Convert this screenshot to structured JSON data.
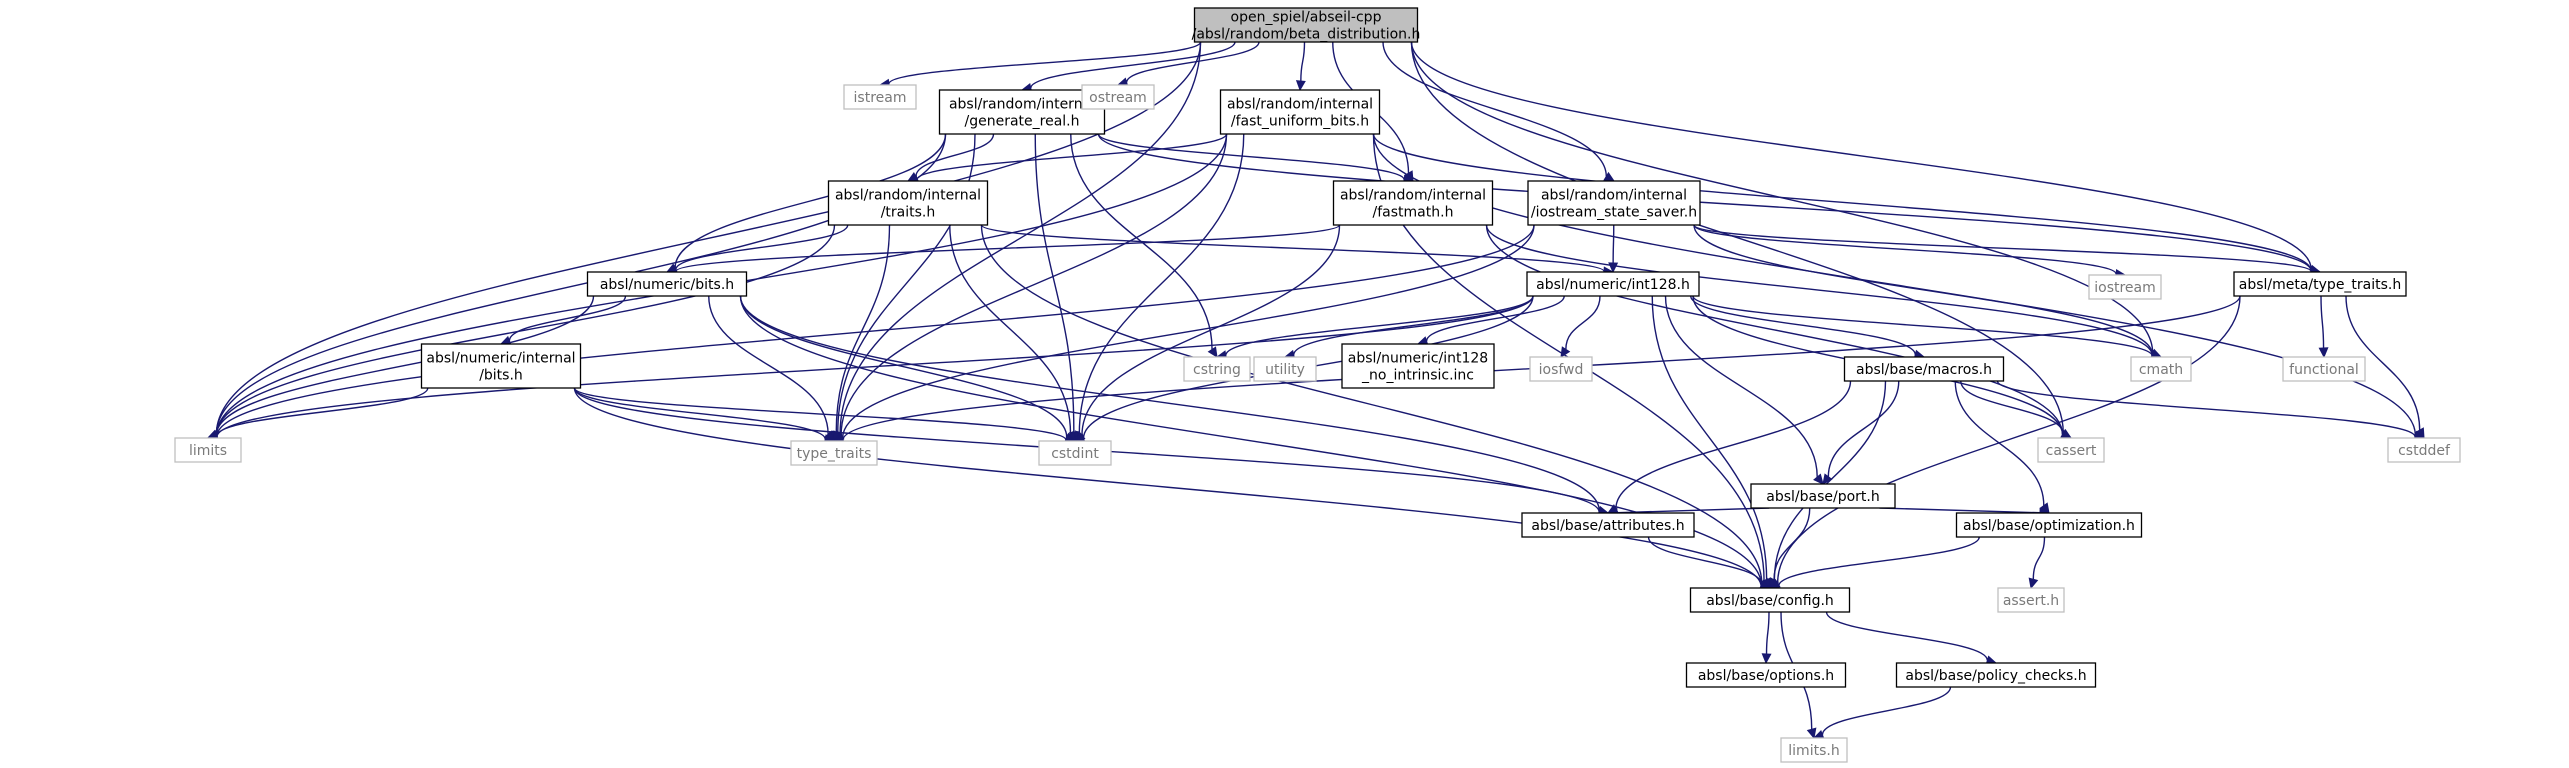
{
  "colors": {
    "edge": "#191970",
    "node_border": "#000000",
    "system_border": "#bfbfbf",
    "system_text": "#7a7a7a",
    "root_fill": "#bfbfbf"
  },
  "nodes": [
    {
      "id": "root",
      "lines": [
        "open_spiel/abseil-cpp",
        "/absl/random/beta_distribution.h"
      ],
      "kind": "root"
    },
    {
      "id": "limits",
      "lines": [
        "limits"
      ],
      "kind": "system"
    },
    {
      "id": "istream",
      "lines": [
        "istream"
      ],
      "kind": "system"
    },
    {
      "id": "generate_real",
      "lines": [
        "absl/random/internal",
        "/generate_real.h"
      ],
      "kind": "header"
    },
    {
      "id": "ostream",
      "lines": [
        "ostream"
      ],
      "kind": "system"
    },
    {
      "id": "fast_uniform_bits",
      "lines": [
        "absl/random/internal",
        "/fast_uniform_bits.h"
      ],
      "kind": "header"
    },
    {
      "id": "traits",
      "lines": [
        "absl/random/internal",
        "/traits.h"
      ],
      "kind": "header"
    },
    {
      "id": "fastmath",
      "lines": [
        "absl/random/internal",
        "/fastmath.h"
      ],
      "kind": "header"
    },
    {
      "id": "iostream_state_saver",
      "lines": [
        "absl/random/internal",
        "/iostream_state_saver.h"
      ],
      "kind": "header"
    },
    {
      "id": "numeric_bits",
      "lines": [
        "absl/numeric/bits.h"
      ],
      "kind": "header"
    },
    {
      "id": "int128",
      "lines": [
        "absl/numeric/int128.h"
      ],
      "kind": "header"
    },
    {
      "id": "iostream",
      "lines": [
        "iostream"
      ],
      "kind": "system"
    },
    {
      "id": "type_traits_h",
      "lines": [
        "absl/meta/type_traits.h"
      ],
      "kind": "header"
    },
    {
      "id": "numeric_internal_bits",
      "lines": [
        "absl/numeric/internal",
        "/bits.h"
      ],
      "kind": "header"
    },
    {
      "id": "cstring",
      "lines": [
        "cstring"
      ],
      "kind": "system"
    },
    {
      "id": "utility",
      "lines": [
        "utility"
      ],
      "kind": "system"
    },
    {
      "id": "int128_no_intrinsic",
      "lines": [
        "absl/numeric/int128",
        "_no_intrinsic.inc"
      ],
      "kind": "header"
    },
    {
      "id": "iosfwd",
      "lines": [
        "iosfwd"
      ],
      "kind": "system"
    },
    {
      "id": "cmath",
      "lines": [
        "cmath"
      ],
      "kind": "system"
    },
    {
      "id": "functional",
      "lines": [
        "functional"
      ],
      "kind": "system"
    },
    {
      "id": "macros",
      "lines": [
        "absl/base/macros.h"
      ],
      "kind": "header"
    },
    {
      "id": "type_traits",
      "lines": [
        "type_traits"
      ],
      "kind": "system"
    },
    {
      "id": "cstdint",
      "lines": [
        "cstdint"
      ],
      "kind": "system"
    },
    {
      "id": "cassert",
      "lines": [
        "cassert"
      ],
      "kind": "system"
    },
    {
      "id": "cstddef",
      "lines": [
        "cstddef"
      ],
      "kind": "system"
    },
    {
      "id": "port",
      "lines": [
        "absl/base/port.h"
      ],
      "kind": "header"
    },
    {
      "id": "attributes",
      "lines": [
        "absl/base/attributes.h"
      ],
      "kind": "header"
    },
    {
      "id": "optimization",
      "lines": [
        "absl/base/optimization.h"
      ],
      "kind": "header"
    },
    {
      "id": "config",
      "lines": [
        "absl/base/config.h"
      ],
      "kind": "header"
    },
    {
      "id": "assert_h",
      "lines": [
        "assert.h"
      ],
      "kind": "system"
    },
    {
      "id": "options",
      "lines": [
        "absl/base/options.h"
      ],
      "kind": "header"
    },
    {
      "id": "policy_checks",
      "lines": [
        "absl/base/policy_checks.h"
      ],
      "kind": "header"
    },
    {
      "id": "limits_h",
      "lines": [
        "limits.h"
      ],
      "kind": "system"
    }
  ],
  "edges": [
    [
      "root",
      "limits"
    ],
    [
      "root",
      "istream"
    ],
    [
      "root",
      "generate_real"
    ],
    [
      "root",
      "ostream"
    ],
    [
      "root",
      "fast_uniform_bits"
    ],
    [
      "root",
      "fastmath"
    ],
    [
      "root",
      "iostream_state_saver"
    ],
    [
      "root",
      "type_traits_h"
    ],
    [
      "root",
      "type_traits"
    ],
    [
      "root",
      "cmath"
    ],
    [
      "root",
      "cassert"
    ],
    [
      "generate_real",
      "limits"
    ],
    [
      "generate_real",
      "traits"
    ],
    [
      "generate_real",
      "fastmath"
    ],
    [
      "generate_real",
      "numeric_bits"
    ],
    [
      "generate_real",
      "type_traits_h"
    ],
    [
      "generate_real",
      "cstring"
    ],
    [
      "generate_real",
      "type_traits"
    ],
    [
      "generate_real",
      "cstdint"
    ],
    [
      "fast_uniform_bits",
      "traits"
    ],
    [
      "fast_uniform_bits",
      "limits"
    ],
    [
      "fast_uniform_bits",
      "type_traits_h"
    ],
    [
      "fast_uniform_bits",
      "type_traits"
    ],
    [
      "fast_uniform_bits",
      "cstdint"
    ],
    [
      "fast_uniform_bits",
      "cstddef"
    ],
    [
      "fast_uniform_bits",
      "config"
    ],
    [
      "traits",
      "numeric_bits"
    ],
    [
      "traits",
      "int128"
    ],
    [
      "traits",
      "limits"
    ],
    [
      "traits",
      "type_traits"
    ],
    [
      "traits",
      "cstdint"
    ],
    [
      "traits",
      "config"
    ],
    [
      "fastmath",
      "numeric_bits"
    ],
    [
      "fastmath",
      "cstdint"
    ],
    [
      "fastmath",
      "cmath"
    ],
    [
      "fastmath",
      "cassert"
    ],
    [
      "iostream_state_saver",
      "int128"
    ],
    [
      "iostream_state_saver",
      "limits"
    ],
    [
      "iostream_state_saver",
      "type_traits_h"
    ],
    [
      "iostream_state_saver",
      "iostream"
    ],
    [
      "iostream_state_saver",
      "type_traits"
    ],
    [
      "iostream_state_saver",
      "cmath"
    ],
    [
      "numeric_bits",
      "numeric_internal_bits"
    ],
    [
      "numeric_bits",
      "limits"
    ],
    [
      "numeric_bits",
      "type_traits"
    ],
    [
      "numeric_bits",
      "cstdint"
    ],
    [
      "numeric_bits",
      "attributes"
    ],
    [
      "numeric_bits",
      "config"
    ],
    [
      "int128",
      "limits"
    ],
    [
      "int128",
      "cstring"
    ],
    [
      "int128",
      "utility"
    ],
    [
      "int128",
      "int128_no_intrinsic"
    ],
    [
      "int128",
      "iosfwd"
    ],
    [
      "int128",
      "cmath"
    ],
    [
      "int128",
      "macros"
    ],
    [
      "int128",
      "cstdint"
    ],
    [
      "int128",
      "cassert"
    ],
    [
      "int128",
      "port"
    ],
    [
      "int128",
      "config"
    ],
    [
      "numeric_internal_bits",
      "limits"
    ],
    [
      "numeric_internal_bits",
      "type_traits"
    ],
    [
      "numeric_internal_bits",
      "cstdint"
    ],
    [
      "numeric_internal_bits",
      "attributes"
    ],
    [
      "numeric_internal_bits",
      "config"
    ],
    [
      "type_traits_h",
      "functional"
    ],
    [
      "type_traits_h",
      "cstddef"
    ],
    [
      "type_traits_h",
      "type_traits"
    ],
    [
      "type_traits_h",
      "config"
    ],
    [
      "macros",
      "cassert"
    ],
    [
      "macros",
      "cstddef"
    ],
    [
      "macros",
      "port"
    ],
    [
      "macros",
      "attributes"
    ],
    [
      "macros",
      "optimization"
    ],
    [
      "macros",
      "config"
    ],
    [
      "port",
      "attributes"
    ],
    [
      "port",
      "optimization"
    ],
    [
      "port",
      "config"
    ],
    [
      "attributes",
      "config"
    ],
    [
      "optimization",
      "assert_h"
    ],
    [
      "optimization",
      "config"
    ],
    [
      "config",
      "options"
    ],
    [
      "config",
      "policy_checks"
    ],
    [
      "config",
      "limits_h"
    ],
    [
      "policy_checks",
      "limits_h"
    ]
  ]
}
